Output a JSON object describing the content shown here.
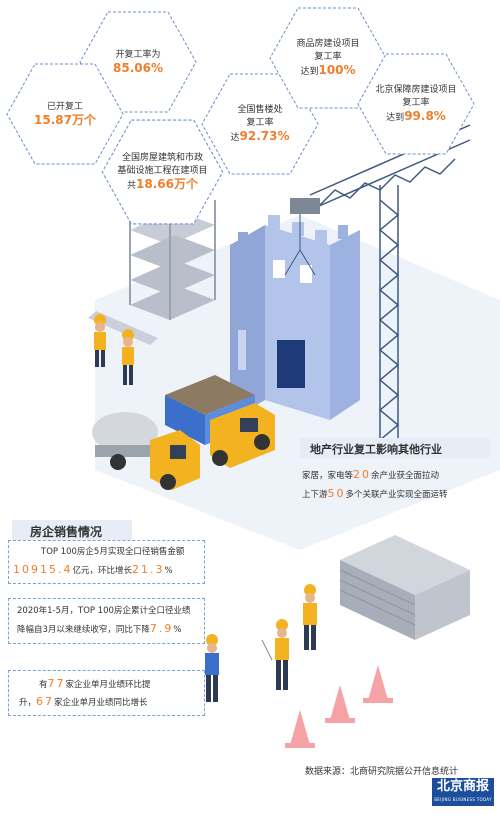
{
  "hexagons": [
    {
      "id": "resume-rate",
      "line1": "开复工率为",
      "value": "85.06%"
    },
    {
      "id": "resumed",
      "line1": "已开复工",
      "value": "15.87万个"
    },
    {
      "id": "projects",
      "line1": "全国房屋建筑和市政",
      "line2": "基础设施工程在建项目",
      "prefix": "共",
      "value": "18.66万个"
    },
    {
      "id": "sales",
      "line1": "全国售楼处",
      "line2": "复工率",
      "prefix": "达",
      "value": "92.73%"
    },
    {
      "id": "commercial",
      "line1": "商品房建设项目",
      "line2": "复工率",
      "prefix": "达到",
      "value": "100%"
    },
    {
      "id": "beijing",
      "line1": "北京保障房建设项目",
      "line2": "复工率",
      "prefix": "达到",
      "value": "99.8%"
    }
  ],
  "industry": {
    "title": "地产行业复工影响其他行业",
    "line1_pre": "家居，家电等",
    "line1_num": "20",
    "line1_post": "余产业获全面拉动",
    "line2_pre": "上下游",
    "line2_num": "50",
    "line2_post": "多个关联产业实现全面运转"
  },
  "sales_section": {
    "title": "房企销售情况",
    "box1_line1": "TOP 100房企5月实现全口径销售金额",
    "box1_num1": "10915.4",
    "box1_mid": "亿元，环比增长",
    "box1_num2": "21.3",
    "box1_unit": "%",
    "box2_line1": "2020年1-5月，TOP 100房企累计全口径业绩",
    "box2_pre": "降幅自3月以来继续收窄，同比下降",
    "box2_num": "7.9",
    "box2_unit": "%",
    "box3_pre": "有",
    "box3_num1": "77",
    "box3_mid": "家企业单月业绩环比提",
    "box3_pre2": "升，",
    "box3_num2": "67",
    "box3_post": "家企业单月业绩同比增长"
  },
  "source": "数据来源：北商研究院据公开信息统计",
  "logo": {
    "cn": "北京商报",
    "en": "BEIJING BUSINESS TODAY"
  },
  "colors": {
    "accent": "#f07e2b",
    "building": "#aabde3",
    "truck": "#f3b21f",
    "crane": "#3d5a80",
    "cone": "#f6a3a7"
  }
}
